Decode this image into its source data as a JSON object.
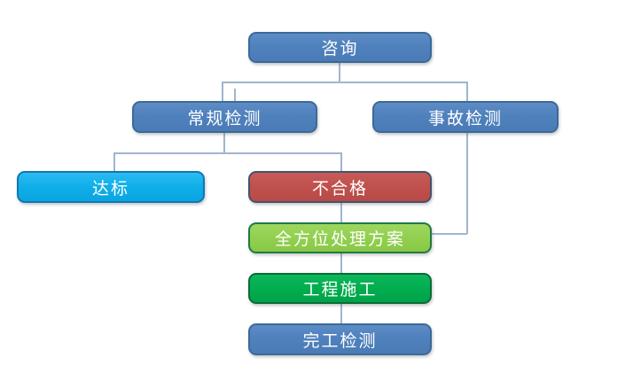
{
  "diagram": {
    "type": "flowchart",
    "background_color": "#FFFFFF",
    "connector_color": "#9FB6CE",
    "text_color": "#FFFFFF",
    "nodes": {
      "consult": {
        "label": "咨询",
        "fill": "#4F81BD",
        "border": "#3B6A99"
      },
      "routine_test": {
        "label": "常规检测",
        "fill": "#4F81BD",
        "border": "#3B6A99"
      },
      "accident_test": {
        "label": "事故检测",
        "fill": "#4F81BD",
        "border": "#3B6A99"
      },
      "meets_standard": {
        "label": "达标",
        "fill": "#0FAEE9",
        "border": "#1176B5"
      },
      "unqualified": {
        "label": "不合格",
        "fill": "#C0504D",
        "border": "#44546A"
      },
      "comprehensive_plan": {
        "label": "全方位处理方案",
        "fill": "#92D050",
        "border": "#1F7A44"
      },
      "construction": {
        "label": "工程施工",
        "fill": "#00AD4F",
        "border": "#0E6B3A"
      },
      "completion_test": {
        "label": "完工检测",
        "fill": "#4F81BD",
        "border": "#3B6A99"
      }
    },
    "edges": [
      {
        "from": "consult",
        "to": "routine_test"
      },
      {
        "from": "consult",
        "to": "accident_test"
      },
      {
        "from": "routine_test",
        "to": "meets_standard"
      },
      {
        "from": "routine_test",
        "to": "unqualified"
      },
      {
        "from": "unqualified",
        "to": "comprehensive_plan"
      },
      {
        "from": "accident_test",
        "to": "comprehensive_plan"
      },
      {
        "from": "comprehensive_plan",
        "to": "construction"
      },
      {
        "from": "construction",
        "to": "completion_test"
      }
    ]
  }
}
